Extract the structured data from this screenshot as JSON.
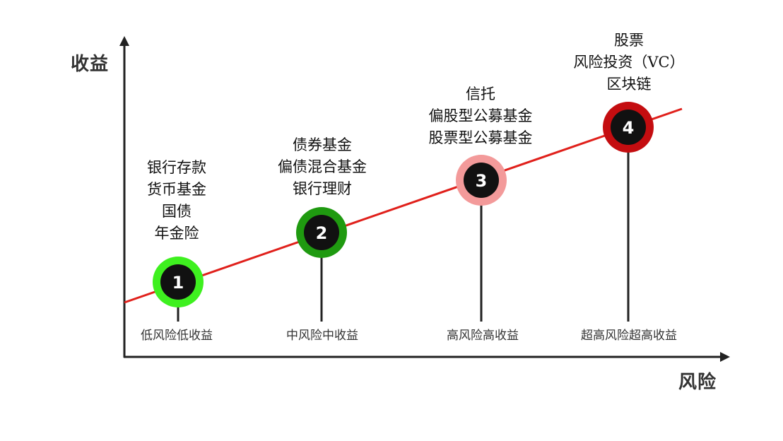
{
  "axes": {
    "y_label": "收益",
    "x_label": "风险"
  },
  "colors": {
    "trend_line": "#e0201b",
    "axis": "#222222",
    "node_inner": "#111111",
    "node_text": "#ffffff"
  },
  "levels": [
    {
      "number": "1",
      "ring_color": "#3ef01f",
      "label": "低风险低收益",
      "products": [
        "银行存款",
        "货币基金",
        "国债",
        "年金险"
      ]
    },
    {
      "number": "2",
      "ring_color": "#1f9a10",
      "label": "中风险中收益",
      "products": [
        "债券基金",
        "偏债混合基金",
        "银行理财"
      ]
    },
    {
      "number": "3",
      "ring_color": "#f39a9a",
      "label": "高风险高收益",
      "products": [
        "信托",
        "偏股型公募基金",
        "股票型公募基金"
      ]
    },
    {
      "number": "4",
      "ring_color": "#c40d10",
      "label": "超高风险超高收益",
      "products": [
        "股票",
        "风险投资（VC）",
        "区块链"
      ]
    }
  ]
}
